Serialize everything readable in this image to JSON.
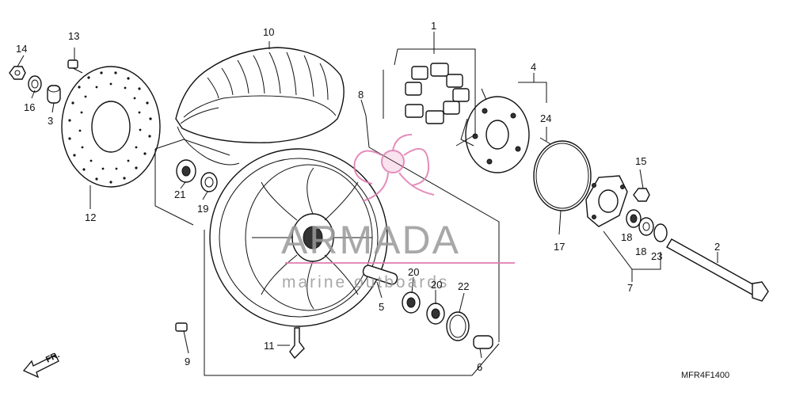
{
  "diagram": {
    "callouts": {
      "p1": "1",
      "p2": "2",
      "p3": "3",
      "p4": "4",
      "p5": "5",
      "p6": "6",
      "p7": "7",
      "p8": "8",
      "p9": "9",
      "p10": "10",
      "p11": "11",
      "p12": "12",
      "p13": "13",
      "p14": "14",
      "p15": "15",
      "p16": "16",
      "p17": "17",
      "p18a": "18",
      "p18b": "18",
      "p19": "19",
      "p20a": "20",
      "p20b": "20",
      "p21": "21",
      "p22": "22",
      "p23": "23",
      "p24": "24"
    },
    "diagram_code": "MFR4F1400",
    "direction_label": "FR."
  },
  "watermark": {
    "brand": "ARMADA",
    "tagline": "marine outboards",
    "accent_color": "#e07ab0"
  }
}
